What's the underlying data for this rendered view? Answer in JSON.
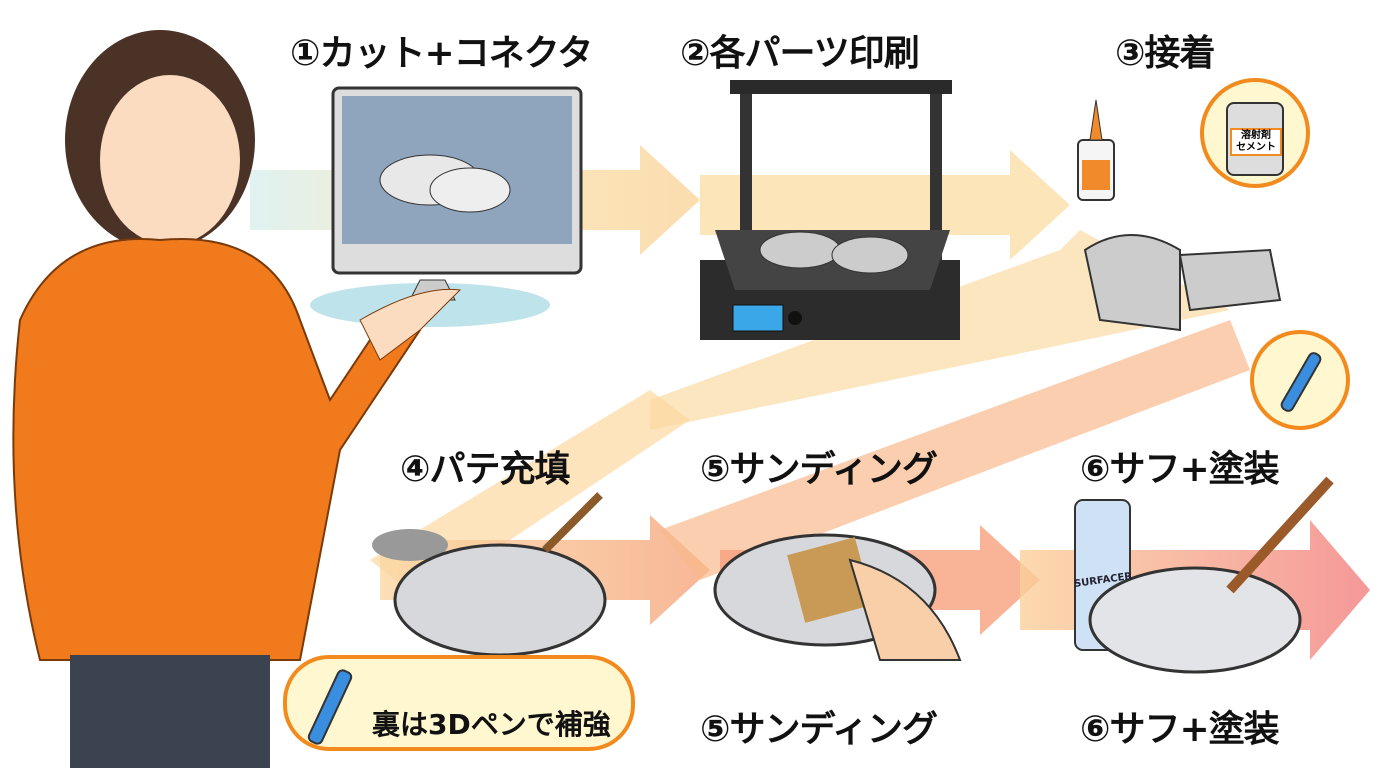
{
  "steps": [
    {
      "label": "①カット+コネクタ"
    },
    {
      "label": "②各パーツ印刷"
    },
    {
      "label": "③接着"
    },
    {
      "label": "④パテ充填"
    },
    {
      "label": "⑤サンディング"
    },
    {
      "label": "⑥サフ+塗装"
    }
  ],
  "bottom_labels": [
    "⑤サンディング",
    "⑥サフ+塗装"
  ],
  "callouts": {
    "cement_line1": "溶射剤",
    "cement_line2": "セメント",
    "pen_note": "裏は3Dペンで補強"
  },
  "can_label": "SURFACER",
  "colors": {
    "accent": "#f28a1d",
    "hoodie": "#f07a1c",
    "arrow_start": "#bfe3e0",
    "arrow_end": "#f07b7b"
  }
}
